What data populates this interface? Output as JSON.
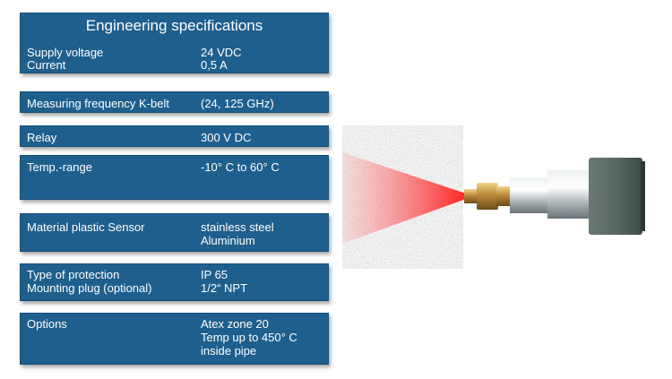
{
  "header": {
    "title": "Engineering specifications"
  },
  "specs": {
    "power": {
      "labels": [
        "Supply voltage",
        "Current"
      ],
      "values": [
        "24 VDC",
        "0,5 A"
      ]
    },
    "frequency": {
      "label": "Measuring frequency K-belt",
      "value": "(24, 125 GHz)"
    },
    "relay": {
      "label": "Relay",
      "value": "300 V DC"
    },
    "temp": {
      "label": "Temp.-range",
      "value": "-10° C to 60° C"
    },
    "material": {
      "label": "Material plastic Sensor",
      "values": [
        "stainless steel",
        "Aluminium"
      ]
    },
    "protection": {
      "labels": [
        "Type of protection",
        "Mounting plug (optional)"
      ],
      "values": [
        "IP 65",
        "1/2“ NPT"
      ]
    },
    "options": {
      "label": "Options",
      "values": [
        "Atex zone 20",
        "Temp up to 450° C",
        "inside pipe"
      ]
    }
  },
  "colors": {
    "panel": "#1f5f8d",
    "beam": "#e8303a",
    "housing": "#5f6d6a"
  }
}
